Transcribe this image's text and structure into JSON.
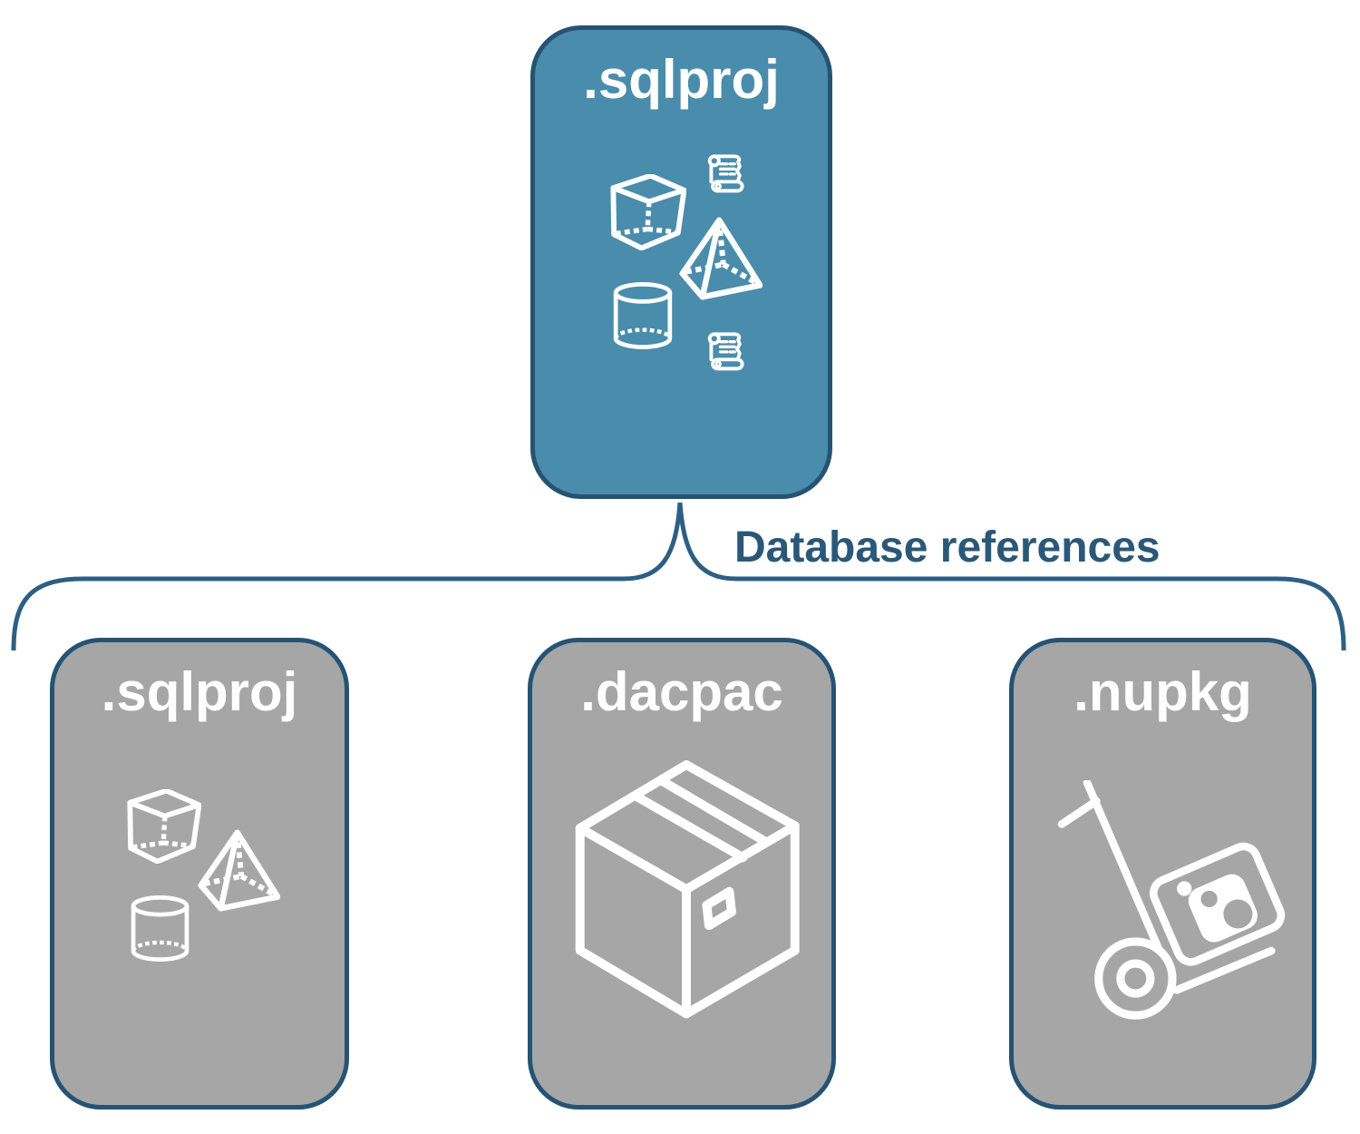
{
  "diagram": {
    "top_card": {
      "label": ".sqlproj",
      "icons": [
        "cube-icon",
        "scroll-icon",
        "pyramid-icon",
        "cylinder-icon",
        "scroll-icon"
      ]
    },
    "connector": {
      "label": "Database references"
    },
    "bottom_cards": [
      {
        "label": ".sqlproj",
        "icons": [
          "cube-icon",
          "pyramid-icon",
          "cylinder-icon"
        ]
      },
      {
        "label": ".dacpac",
        "icons": [
          "package-box-icon"
        ]
      },
      {
        "label": ".nupkg",
        "icons": [
          "hand-truck-package-icon"
        ]
      }
    ],
    "colors": {
      "card_blue": "#4A8CAB",
      "card_gray": "#A6A6A6",
      "border_navy": "#265374",
      "brace_blue": "#2D5F84",
      "label_text": "#2A5878",
      "icon_white": "#FFFFFF"
    }
  }
}
